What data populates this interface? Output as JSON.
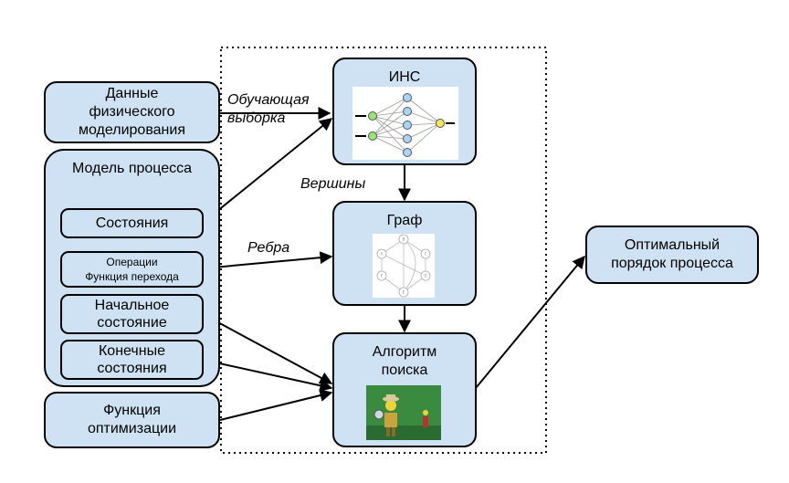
{
  "nodes": {
    "physics_data": "Данные\nфизического\nмоделирования",
    "process_model": "Модель процесса",
    "states": "Состояния",
    "operations": "Операции\nФункция перехода",
    "initial_state": "Начальное\nсостояние",
    "final_states": "Конечные\nсостояния",
    "optimization_fn": "Функция\nоптимизации",
    "ann": "ИНС",
    "graph": "Граф",
    "search": "Алгоритм\nпоиска",
    "optimal_order": "Оптимальный\nпорядок процесса"
  },
  "edge_labels": {
    "training": "Обучающая\nвыборка",
    "vertices": "Вершины",
    "edges": "Ребра"
  },
  "graph_image_nodes": [
    "A",
    "B",
    "C",
    "D",
    "E",
    "F"
  ],
  "colors": {
    "box_fill": "#cfe2f3",
    "stroke": "#000000"
  }
}
